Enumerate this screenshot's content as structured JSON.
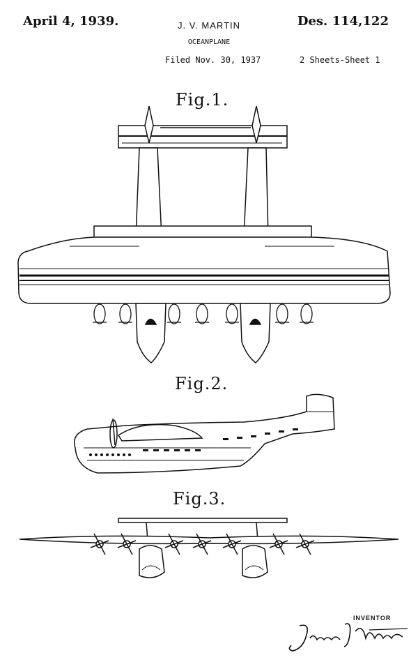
{
  "header": {
    "date": "April 4, 1939.",
    "inventor": "J. V. MARTIN",
    "patent_number": "Des. 114,122",
    "title": "OCEANPLANE",
    "filed": "Filed Nov. 30, 1937",
    "sheets": "2 Sheets-Sheet 1"
  },
  "figures": [
    {
      "label": "Fig.1."
    },
    {
      "label": "Fig.2."
    },
    {
      "label": "Fig.3."
    }
  ],
  "footer": {
    "inventor_label": "INVENTOR",
    "signature": "James V. Martin"
  },
  "icons": [
    "plane-top-view-drawing",
    "plane-side-view-drawing",
    "plane-front-view-drawing",
    "signature-mark"
  ]
}
